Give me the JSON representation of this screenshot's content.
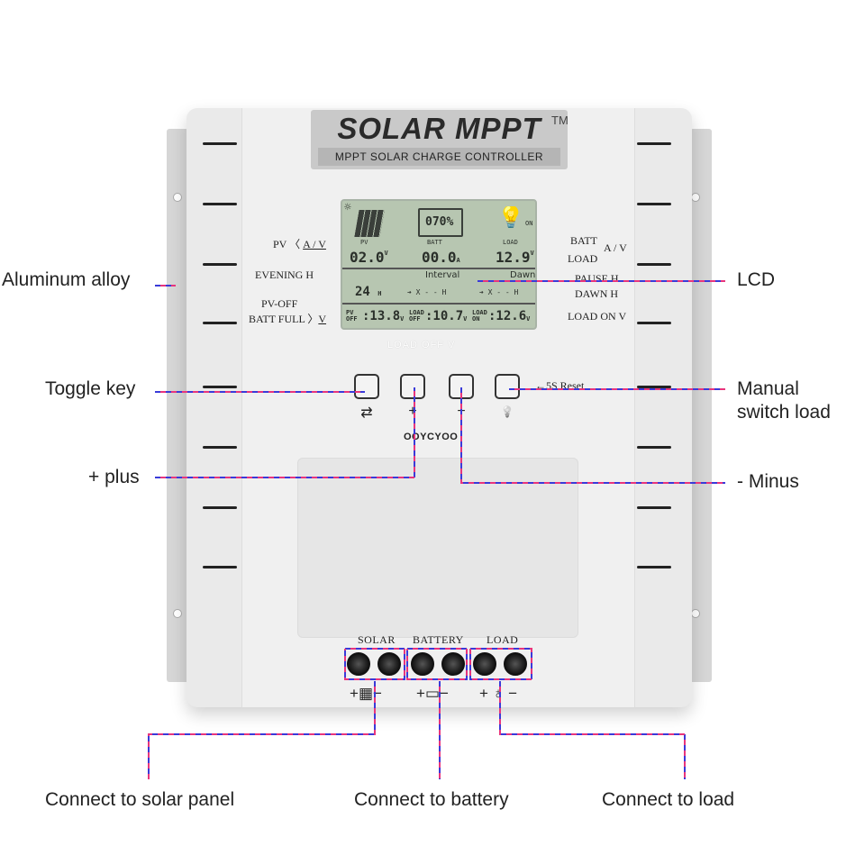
{
  "product": {
    "brand": "SOLAR MPPT",
    "trademark": "TM",
    "subtitle": "MPPT SOLAR CHARGE CONTROLLER",
    "maker": "OOYCYOO"
  },
  "lcd": {
    "battery_percent": "070%",
    "pv_label": "PV",
    "pv_voltage": "02.0",
    "pv_unit": "V",
    "batt_label": "BATT",
    "batt_current": "00.0",
    "batt_unit": "A",
    "load_label": "LOAD",
    "load_voltage": "12.9",
    "load_unit": "V",
    "load_state": "ON",
    "interval_label": "Interval",
    "dawn_label": "Dawn",
    "evening_hours": "24",
    "hour_unit": "H",
    "pause_value": "➔ X - - H",
    "dawn_value": "➔ X - - H",
    "pv_off_label": "PV OFF",
    "pv_off_value": ":13.8",
    "load_off_label": "LOAD OFF",
    "load_off_value": ":10.7",
    "load_on_label": "LOAD ON",
    "load_on_value": ":12.6",
    "volt_unit": "V"
  },
  "below_lcd": "LOAD OFF V",
  "left_legend": {
    "pv": "PV",
    "pv_units": "A / V",
    "evening": "EVENING H",
    "pv_off": "PV-OFF",
    "batt_full": "BATT FULL",
    "v": "V"
  },
  "right_legend": {
    "batt": "BATT",
    "load": "LOAD",
    "units": "A / V",
    "pause": "PAUSE H",
    "dawn": "DAWN H",
    "load_on": "LOAD ON V"
  },
  "buttons": [
    {
      "symbol": "⇄"
    },
    {
      "symbol": "+"
    },
    {
      "symbol": "−"
    },
    {
      "symbol": "💡"
    }
  ],
  "reset_label": "←5S Reset",
  "terminals": {
    "solar": "SOLAR",
    "battery": "BATTERY",
    "load": "LOAD",
    "plus": "+",
    "minus": "−"
  },
  "callouts": {
    "aluminum": "Aluminum alloy",
    "lcd": "LCD",
    "toggle": "Toggle key",
    "manual1": "Manual",
    "manual2": "switch load",
    "plus": "+ plus",
    "minus": "- Minus",
    "solar": "Connect to solar panel",
    "battery": "Connect to battery",
    "load": "Connect to load"
  },
  "colors": {
    "blue": "#3a3ad8",
    "pink": "#e8357c"
  }
}
